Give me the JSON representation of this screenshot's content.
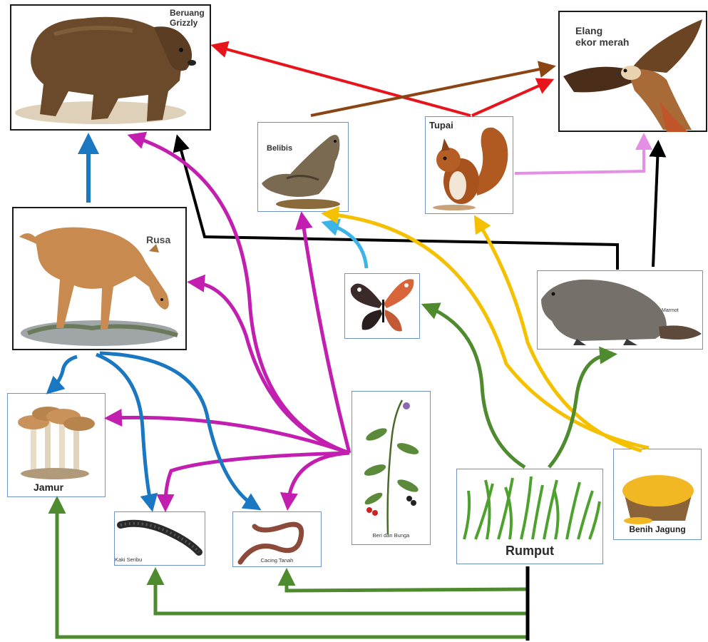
{
  "organisms": {
    "bear": "Beruang Grizzly",
    "hawk": "Elang ekor merah",
    "grouse": "Belibis",
    "squirrel": "Tupai",
    "deer": "Rusa",
    "butterfly": "",
    "marmot": "Marmot",
    "mushroom": "Jamur",
    "berries": "Beri dan Bunga",
    "grass": "Rumput",
    "corn": "Benih Jagung",
    "millipede": "Kaki Seribu",
    "earthworm": "Cacing Tanah"
  },
  "bear_label": [
    "Beruang",
    "Grizzly"
  ],
  "hawk_label": [
    "Elang",
    "ekor merah"
  ],
  "colors": {
    "red": "#e8141c",
    "brown": "#8b4513",
    "black": "#000000",
    "violet": "#e48ee6",
    "magenta": "#c21fb0",
    "blue": "#1a78c2",
    "lightblue": "#3db4e8",
    "yellow": "#f5c000",
    "green": "#4e8a2e"
  }
}
